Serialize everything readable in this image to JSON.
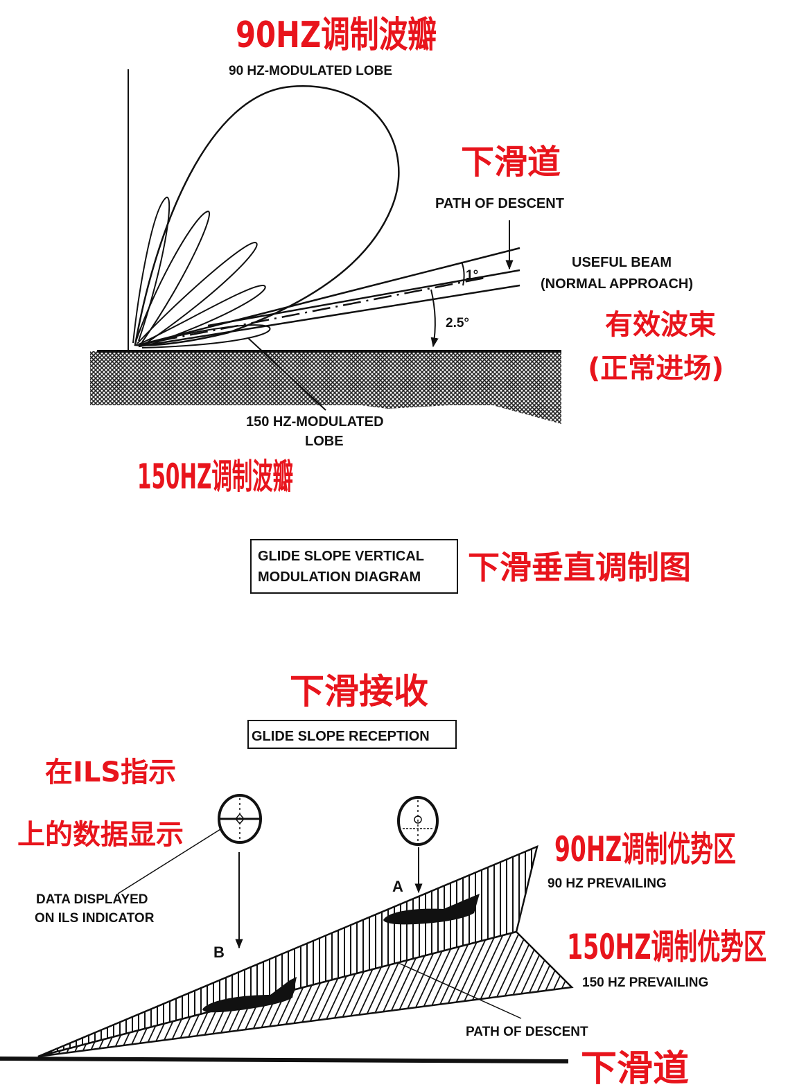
{
  "colors": {
    "annotation_red": "#e8141c",
    "ink": "#111111"
  },
  "top_diagram": {
    "lobe90_cn": "90HZ调制波瓣",
    "lobe90_en": "90 HZ-MODULATED LOBE",
    "path_cn": "下滑道",
    "path_en": "PATH OF DESCENT",
    "beam_en_1": "USEFUL BEAM",
    "beam_en_2": "(NORMAL APPROACH)",
    "beam_cn_1": "有效波束",
    "beam_cn_2": "(正常进场)",
    "angle_1": "1°",
    "angle_2": "2.5°",
    "lobe150_en_1": "150 HZ-MODULATED",
    "lobe150_en_2": "LOBE",
    "lobe150_cn": "150HZ调制波瓣",
    "caption_en_1": "GLIDE SLOPE VERTICAL",
    "caption_en_2": "MODULATION DIAGRAM",
    "caption_cn": "下滑垂直调制图"
  },
  "bottom_diagram": {
    "title_cn": "下滑接收",
    "title_en": "GLIDE SLOPE RECEPTION",
    "indicator_cn_1": "在ILS指示",
    "indicator_cn_2": "上的数据显示",
    "indicator_en_1": "DATA DISPLAYED",
    "indicator_en_2": "ON ILS INDICATOR",
    "label_a": "A",
    "label_b": "B",
    "prev90_cn": "90HZ调制优势区",
    "prev90_en": "90 HZ PREVAILING",
    "prev150_cn": "150HZ调制优势区",
    "prev150_en": "150 HZ PREVAILING",
    "path_en": "PATH OF DESCENT",
    "path_cn": "下滑道"
  }
}
